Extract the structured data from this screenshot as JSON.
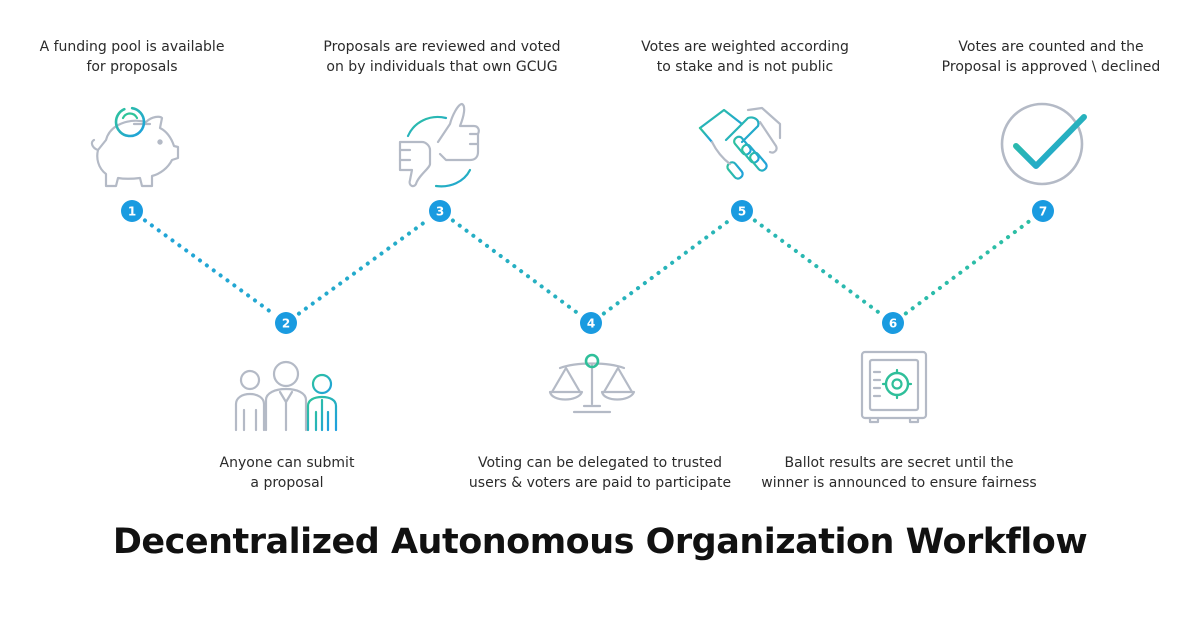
{
  "title": "Decentralized Autonomous Organization Workflow",
  "colors": {
    "icon_gray": "#b4bac6",
    "accent_teal": "#2fbf9a",
    "accent_blue": "#1e9fe0",
    "badge": "#1a9be0"
  },
  "steps": [
    {
      "number": "1",
      "lines": [
        "A funding pool is available",
        "for proposals"
      ],
      "icon": "piggy-bank-icon"
    },
    {
      "number": "2",
      "lines": [
        "Anyone can submit",
        "a proposal"
      ],
      "icon": "people-group-icon"
    },
    {
      "number": "3",
      "lines": [
        "Proposals are reviewed and voted",
        "on by individuals that own  GCUG"
      ],
      "icon": "thumbs-vote-icon"
    },
    {
      "number": "4",
      "lines": [
        "Voting can be delegated to trusted",
        "users & voters are paid to participate"
      ],
      "icon": "scales-icon"
    },
    {
      "number": "5",
      "lines": [
        "Votes are weighted according",
        "to stake and is not public"
      ],
      "icon": "handshake-icon"
    },
    {
      "number": "6",
      "lines": [
        "Ballot results are secret until the",
        "winner is announced to ensure fairness"
      ],
      "icon": "safe-icon"
    },
    {
      "number": "7",
      "lines": [
        "Votes are counted and the",
        "Proposal is approved \\ declined"
      ],
      "icon": "checkmark-circle-icon"
    }
  ]
}
